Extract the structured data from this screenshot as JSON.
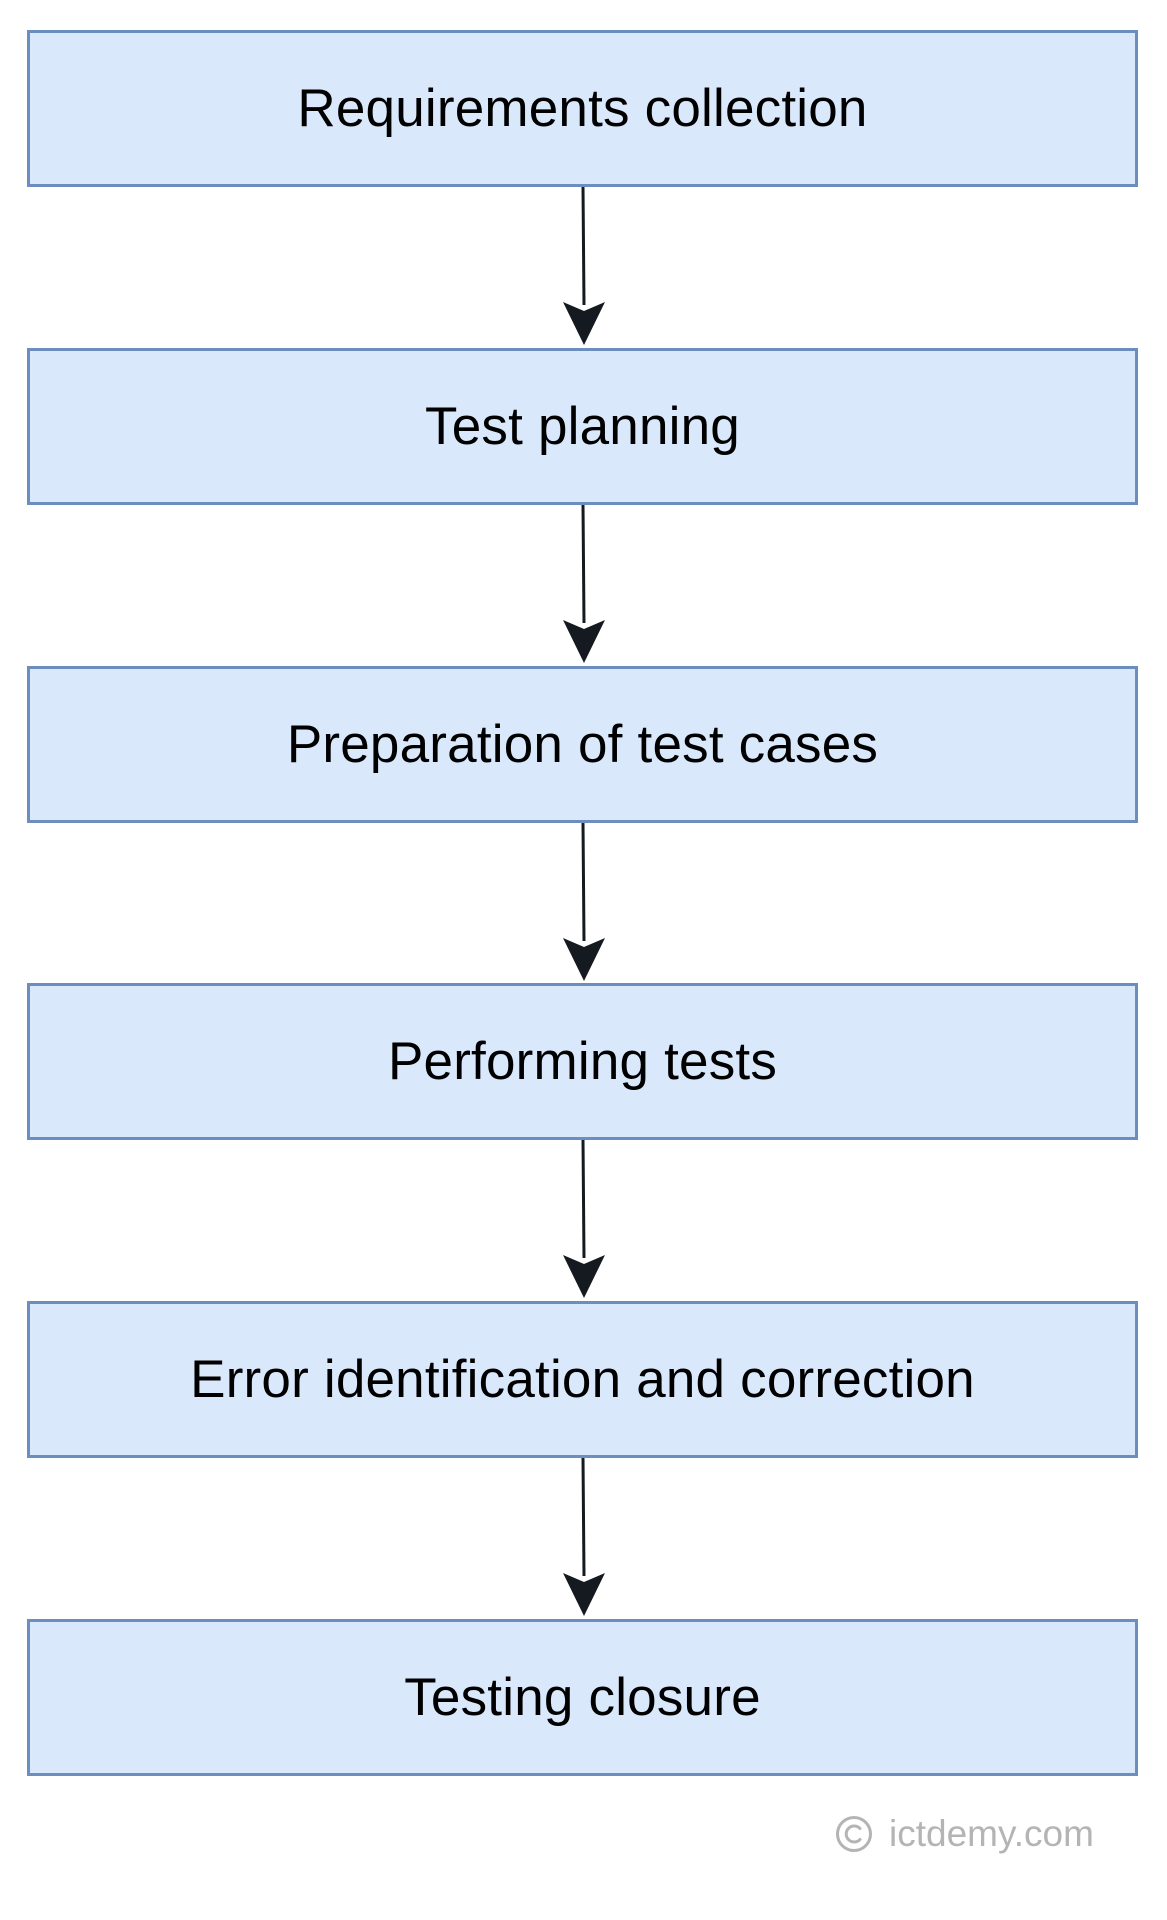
{
  "flowchart": {
    "steps": [
      {
        "label": "Requirements collection"
      },
      {
        "label": "Test planning"
      },
      {
        "label": "Preparation of test cases"
      },
      {
        "label": "Performing tests"
      },
      {
        "label": "Error identification and correction"
      },
      {
        "label": "Testing closure"
      }
    ],
    "colors": {
      "box_fill": "#dae8fc",
      "box_border": "#6c8ebf",
      "arrow": "#151a20",
      "text": "#000000",
      "watermark": "#b4b4b4"
    }
  },
  "watermark": {
    "icon": "copyright-icon",
    "text": "ictdemy.com"
  }
}
